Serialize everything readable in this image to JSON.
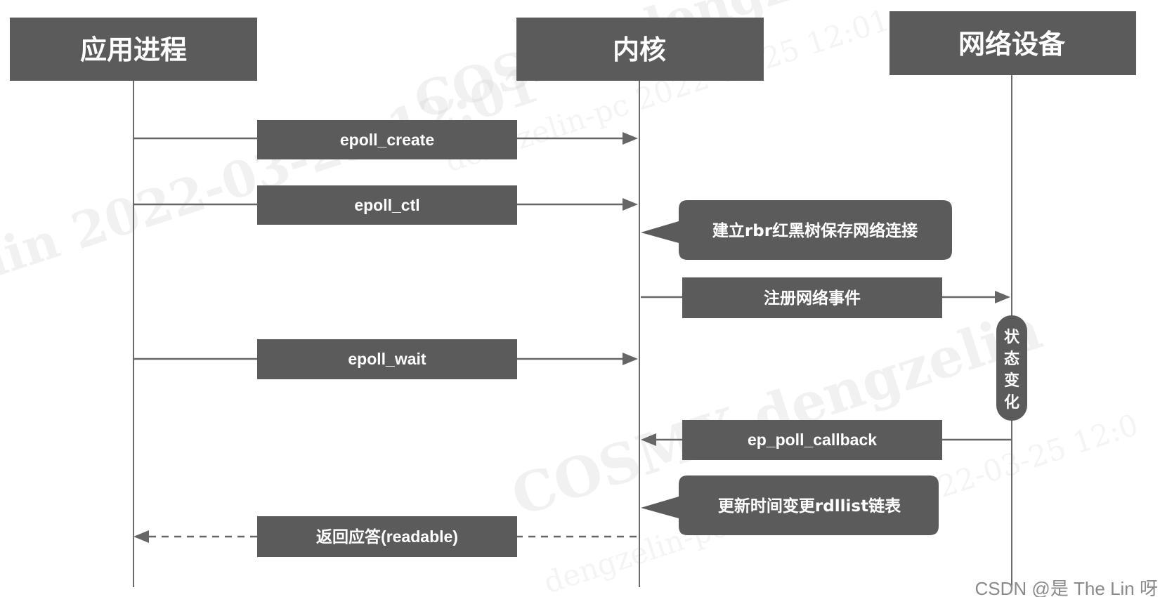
{
  "watermark": {
    "lines": [
      "COSMX dengzelin",
      "dengzelin-pc  2022-03-25  12:01",
      "lin 2022-03-25  12:01",
      "COSMX dengzelin",
      "2022-03-25  12:0",
      "dengzelin-pc"
    ]
  },
  "participants": [
    {
      "label": "应用进程"
    },
    {
      "label": "内核"
    },
    {
      "label": "网络设备"
    }
  ],
  "messages": [
    {
      "label": "epoll_create"
    },
    {
      "label": "epoll_ctl"
    },
    {
      "label": "注册网络事件"
    },
    {
      "label": "epoll_wait"
    },
    {
      "label": "ep_poll_callback"
    },
    {
      "label": "返回应答(readable)"
    }
  ],
  "callouts": [
    {
      "label": "建立rbr红黑树保存网络连接"
    },
    {
      "label": "更新时间变更rdllist链表"
    }
  ],
  "state_change": {
    "chars": [
      "状",
      "态",
      "变",
      "化"
    ]
  },
  "footer": {
    "text": "CSDN @是 The Lin 呀"
  },
  "colors": {
    "box": "#5b5b5b",
    "text": "#ffffff",
    "line": "#666666"
  }
}
